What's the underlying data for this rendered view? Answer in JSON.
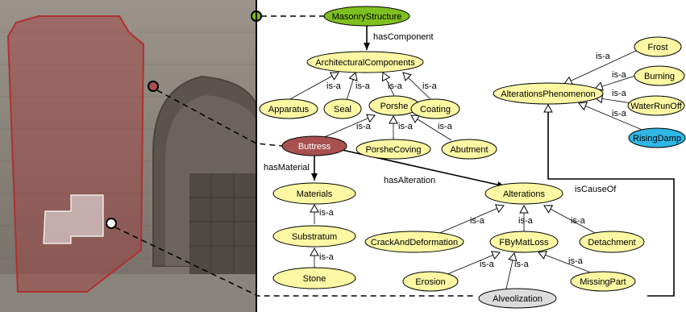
{
  "nodes": {
    "masonry": "MasonryStructure",
    "arch": "ArchitecturalComponents",
    "apparatus": "Apparatus",
    "seal": "Seal",
    "porshe": "Porshe",
    "coating": "Coating",
    "buttress": "Buttress",
    "porshecoving": "PorsheCoving",
    "abutment": "Abutment",
    "materials": "Materials",
    "substratum": "Substratum",
    "stone": "Stone",
    "alterations": "Alterations",
    "crack": "CrackAndDeformation",
    "fbymatloss": "FByMatLoss",
    "detachment": "Detachment",
    "erosion": "Erosion",
    "missingpart": "MissingPart",
    "alveolization": "Alveolization",
    "phenomenon": "AlterationsPhenomenon",
    "frost": "Frost",
    "burning": "Burning",
    "waterrunoff": "WaterRunOff",
    "risingdamp": "RisingDamp"
  },
  "edge_labels": {
    "has_component": "hasComponent",
    "has_material": "hasMaterial",
    "has_alteration": "hasAlteration",
    "is_cause_of": "isCauseOf",
    "is_a": "is-a"
  },
  "colors": {
    "class_fill": "#fbf7a3",
    "root_fill": "#7fbf1f",
    "buttress_fill": "#a8504f",
    "alveolization_fill": "#dcdcdc",
    "risingdamp_fill": "#2fb7e6",
    "highlight_overlay": "#a23a3a"
  }
}
